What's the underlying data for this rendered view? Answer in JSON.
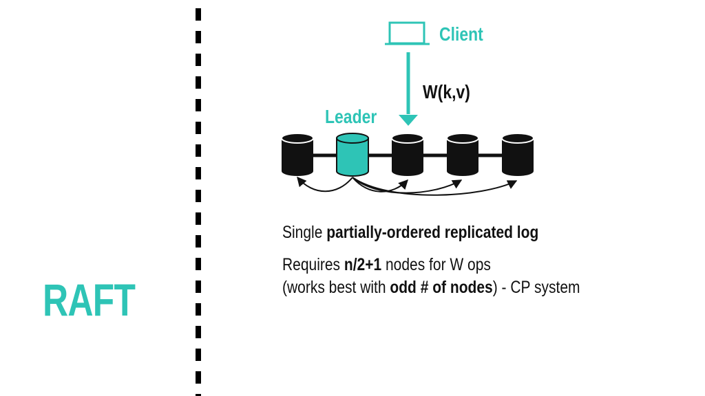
{
  "title": "RAFT",
  "diagram": {
    "client_label": "Client",
    "leader_label": "Leader",
    "write_op": "W(k,v)",
    "node_count": 5,
    "leader_index": 1,
    "colors": {
      "accent": "#2ec4b6",
      "node": "#111111"
    }
  },
  "notes": {
    "line1": {
      "pre": "Single ",
      "bold": "partially-ordered replicated log"
    },
    "line2": {
      "pre": "Requires ",
      "bold": "n/2+1",
      "post": " nodes for W ops"
    },
    "line3": {
      "pre": "(works best with ",
      "bold": "odd # of nodes",
      "post": ") - CP system"
    }
  }
}
